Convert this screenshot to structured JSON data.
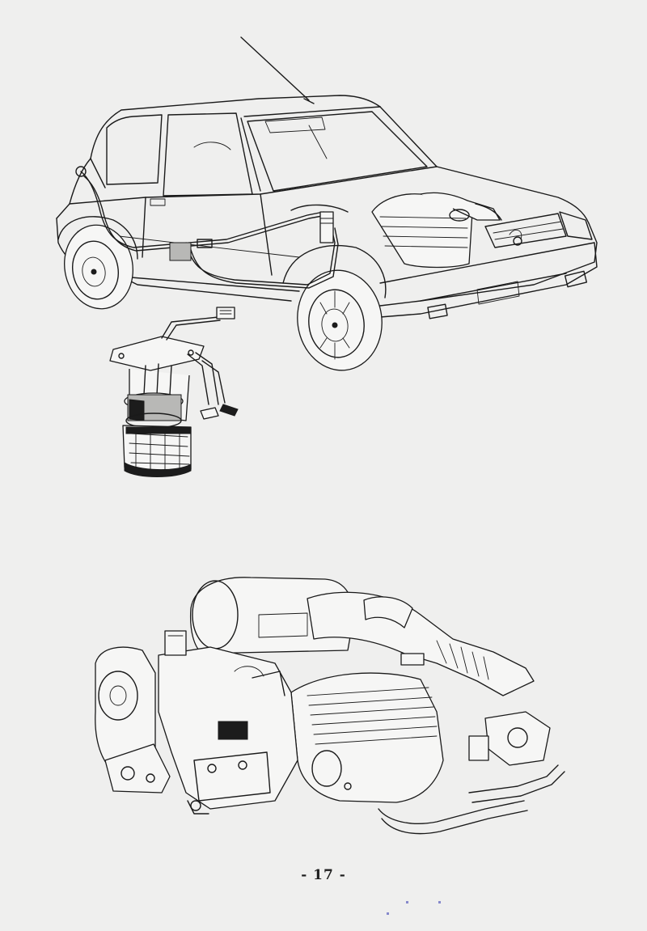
{
  "page": {
    "number_text": "- 17 -"
  },
  "figures": [
    {
      "name": "car-fuel-system-figure"
    },
    {
      "name": "fuel-pump-sender-figure"
    },
    {
      "name": "engine-bay-figure"
    }
  ],
  "colors": {
    "paper": "#efefee",
    "ink": "#1a1a1a",
    "scanner_specks": "#6b6fc2"
  }
}
